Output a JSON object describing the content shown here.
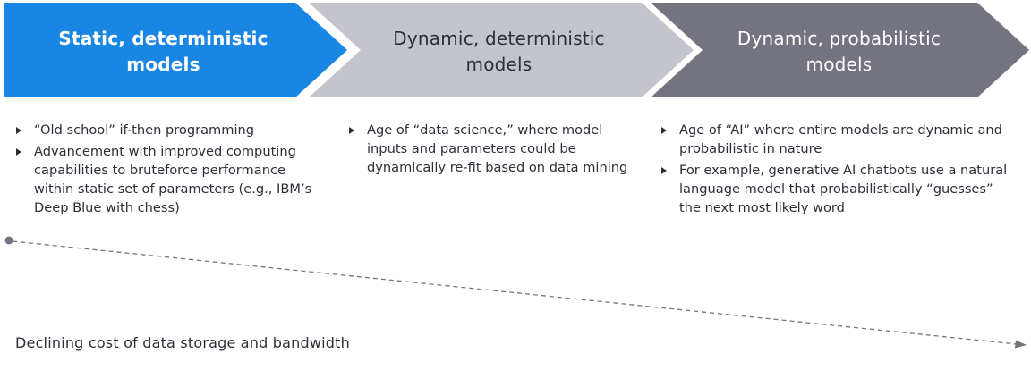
{
  "colors": {
    "stage_1": "#1a86e3",
    "stage_2": "#c4c4cd",
    "stage_3": "#747480",
    "text": "#2e2e38",
    "trend_line": "#747480"
  },
  "stages": [
    {
      "title_line_1": "Static, deterministic",
      "title_line_2": "models",
      "bullets": [
        "“Old school” if-then programming",
        "Advancement with improved computing capabilities to bruteforce performance within static set of parameters (e.g., IBM’s Deep Blue with chess)"
      ]
    },
    {
      "title_line_1": "Dynamic, deterministic",
      "title_line_2": "models",
      "bullets": [
        "Age of “data science,” where model inputs and parameters could be dynamically re-fit based on data mining"
      ]
    },
    {
      "title_line_1": "Dynamic, probabilistic",
      "title_line_2": "models",
      "bullets": [
        "Age of “AI” where entire models are dynamic and probabilistic in nature",
        "For example, generative AI chatbots use a natural language model that probabilistically “guesses” the next most likely word"
      ]
    }
  ],
  "trend": {
    "label": "Declining cost of data storage and bandwidth",
    "arrow_icon": "arrow-head-icon",
    "start_marker_icon": "dot-marker-icon"
  }
}
